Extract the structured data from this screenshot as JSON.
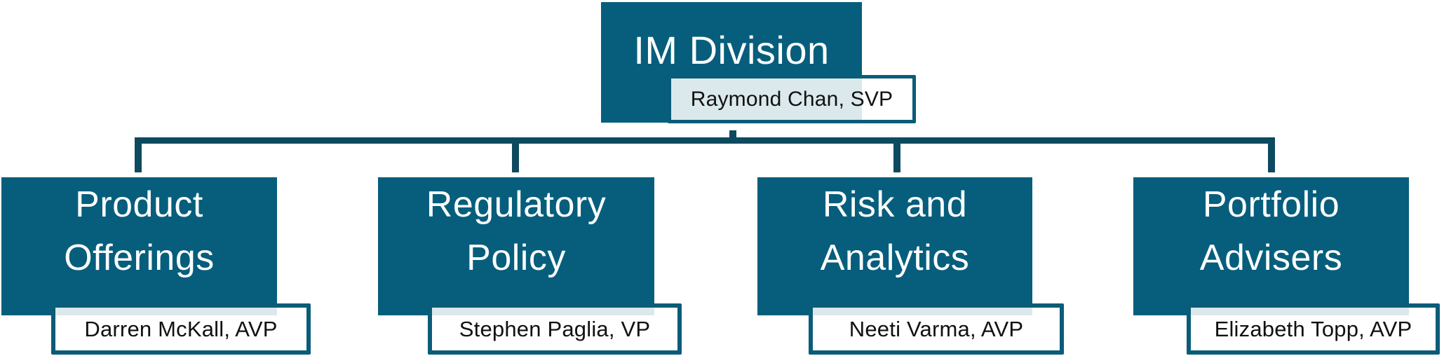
{
  "chart": {
    "type": "org-chart",
    "root": {
      "title": "IM Division",
      "person": "Raymond Chan, SVP"
    },
    "children": [
      {
        "title": "Product\nOfferings",
        "person": "Darren McKall, AVP"
      },
      {
        "title": "Regulatory\nPolicy",
        "person": "Stephen Paglia, VP"
      },
      {
        "title": "Risk and\nAnalytics",
        "person": "Neeti Varma, AVP"
      },
      {
        "title": "Portfolio\nAdvisers",
        "person": "Elizabeth Topp, AVP"
      }
    ],
    "colors": {
      "box_fill": "#065e7c",
      "connector": "#0e4a5f",
      "label_border": "#0a5c79",
      "label_background": "rgba(255,255,255,0.86)",
      "title_text": "#ffffff",
      "label_text": "#111111"
    }
  }
}
